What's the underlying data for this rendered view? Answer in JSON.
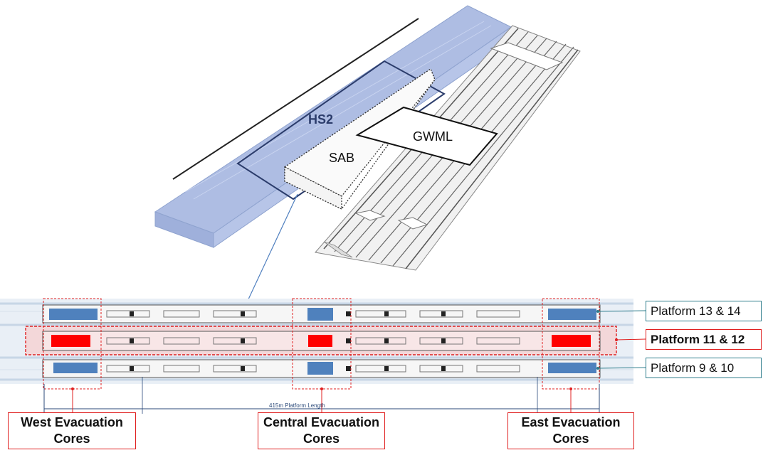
{
  "diagram": {
    "volumes": {
      "hs2": "HS2",
      "sab": "SAB",
      "gwml": "GWML"
    },
    "plan_dimension": "415m Platform Length",
    "platforms": [
      {
        "label": "Platform 13 & 14",
        "highlight": false
      },
      {
        "label": "Platform 11 & 12",
        "highlight": true
      },
      {
        "label": "Platform 9 & 10",
        "highlight": false
      }
    ],
    "evacuation_cores": [
      {
        "label": "West Evacuation Cores"
      },
      {
        "label": "Central Evacuation Cores"
      },
      {
        "label": "East Evacuation Cores"
      }
    ]
  },
  "colors": {
    "hs2_fill": "#aebde3",
    "highlight_red": "#e02020",
    "core_blue": "#4f81bd",
    "platform_pink": "#f3d7d9",
    "teal_border": "#2e7d8c"
  }
}
